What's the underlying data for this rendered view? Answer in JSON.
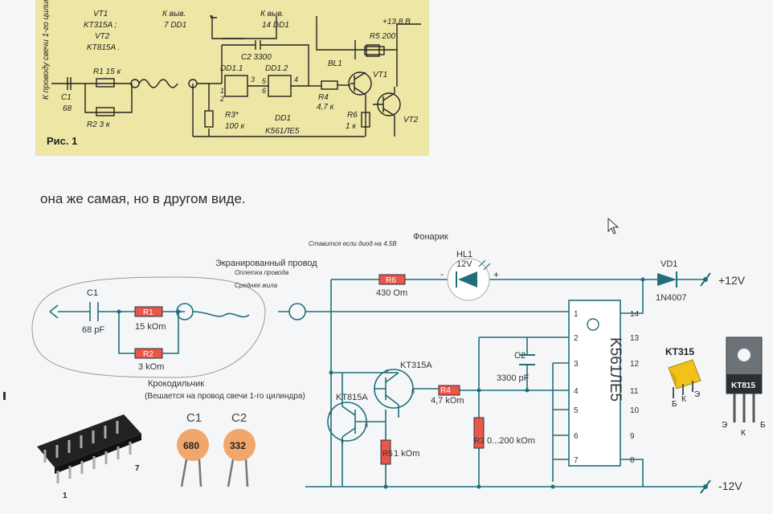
{
  "scan": {
    "wire_label": "К проводу свечи 1-го цилиндра",
    "vt1": "VT1",
    "vt1_type": "KT315A ;",
    "vt2": "VT2",
    "vt2_type": "KT815A .",
    "pin7": "К выв.",
    "pin7b": "7 DD1",
    "pin14": "К выв.",
    "pin14b": "14 DD1",
    "supply": "+13,8 В",
    "c1": "C1",
    "c1v": "68",
    "r1": "R1 15 к",
    "r2": "R2 3 к",
    "c2": "C2 3300",
    "dd11": "DD1.1",
    "dd12": "DD1.2",
    "r3": "R3*",
    "r3v": "100 к",
    "bl1": "BL1",
    "r5": "R5 200",
    "r4": "R4",
    "r4v": "4,7 к",
    "r6": "R6",
    "r6v": "1 к",
    "vt1b": "VT1",
    "vt2b": "VT2",
    "dd1": "DD1",
    "dd1_type": "K561ЛЕ5",
    "fig": "Рис. 1",
    "p1": "1",
    "p2": "2",
    "p3": "3",
    "p5": "5",
    "p6": "6",
    "p4": "4"
  },
  "caption": "она же самая, но в другом виде.",
  "schematic": {
    "screened": "Экранированный провод",
    "braid": "Оплетка провода",
    "core": "Средняя жила",
    "note": "Ставится если диод на 4.5В",
    "flashlight": "Фонарик",
    "hl1": "HL1",
    "hl1v": "12V",
    "r6": "R6",
    "r6v": "430 Om",
    "vd1": "VD1",
    "vd1v": "1N4007",
    "plus12": "+12V",
    "minus12": "-12V",
    "c1": "C1",
    "c1v": "68 pF",
    "r1": "R1",
    "r1v": "15 kOm",
    "r2": "R2",
    "r2v": "3 kOm",
    "clip": "Крокодильчик",
    "clip_note": "(Вешается на провод свечи 1-го цилиндра)",
    "kt315a": "KT315A",
    "kt815a": "KT815A",
    "r4": "R4",
    "r4v": "4,7 kOm",
    "r5": "R5",
    "r5v": "1 kOm",
    "r3": "R3",
    "r3v": "0...200 kOm",
    "c2": "C2",
    "c2v": "3300 pF",
    "ic": "K561ЛЕ5",
    "pins_left": [
      "1",
      "2",
      "3",
      "4",
      "5",
      "6",
      "7"
    ],
    "pins_right": [
      "14",
      "13",
      "12",
      "11",
      "10",
      "9",
      "8"
    ],
    "k": "к",
    "b": "б",
    "e": "э",
    "kt315": "KT315",
    "kt815": "KT815",
    "leg_b": "Б",
    "leg_k": "К",
    "leg_e": "Э",
    "chip_pin1": "1",
    "chip_pin7": "7",
    "cap1": "C1",
    "cap1v": "680",
    "cap2": "C2",
    "cap2v": "332"
  },
  "colors": {
    "resistor": "#e9564a",
    "scan_bg": "#ede6a4",
    "wire": "#1f6f7a",
    "cap": "#f1a76c"
  }
}
